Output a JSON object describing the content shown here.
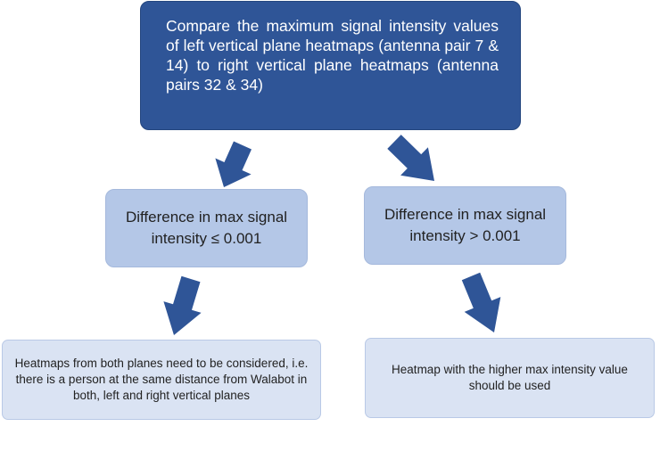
{
  "nodes": {
    "top": "Compare the maximum signal intensity values of left vertical plane heatmaps (antenna pair 7 & 14) to right vertical plane heatmaps (antenna pairs 32 & 34)",
    "mid_left": "Difference in max signal intensity ≤ 0.001",
    "mid_right": "Difference in max signal intensity > 0.001",
    "bottom_left": "Heatmaps from both planes need to be considered, i.e. there is a person at the same distance from Walabot in both, left and right vertical planes",
    "bottom_right": "Heatmap with the higher max intensity value should be used"
  },
  "colors": {
    "top_fill": "#2f5597",
    "mid_fill": "#b4c7e7",
    "bottom_fill": "#dae3f3",
    "arrow_fill": "#2f5597"
  }
}
